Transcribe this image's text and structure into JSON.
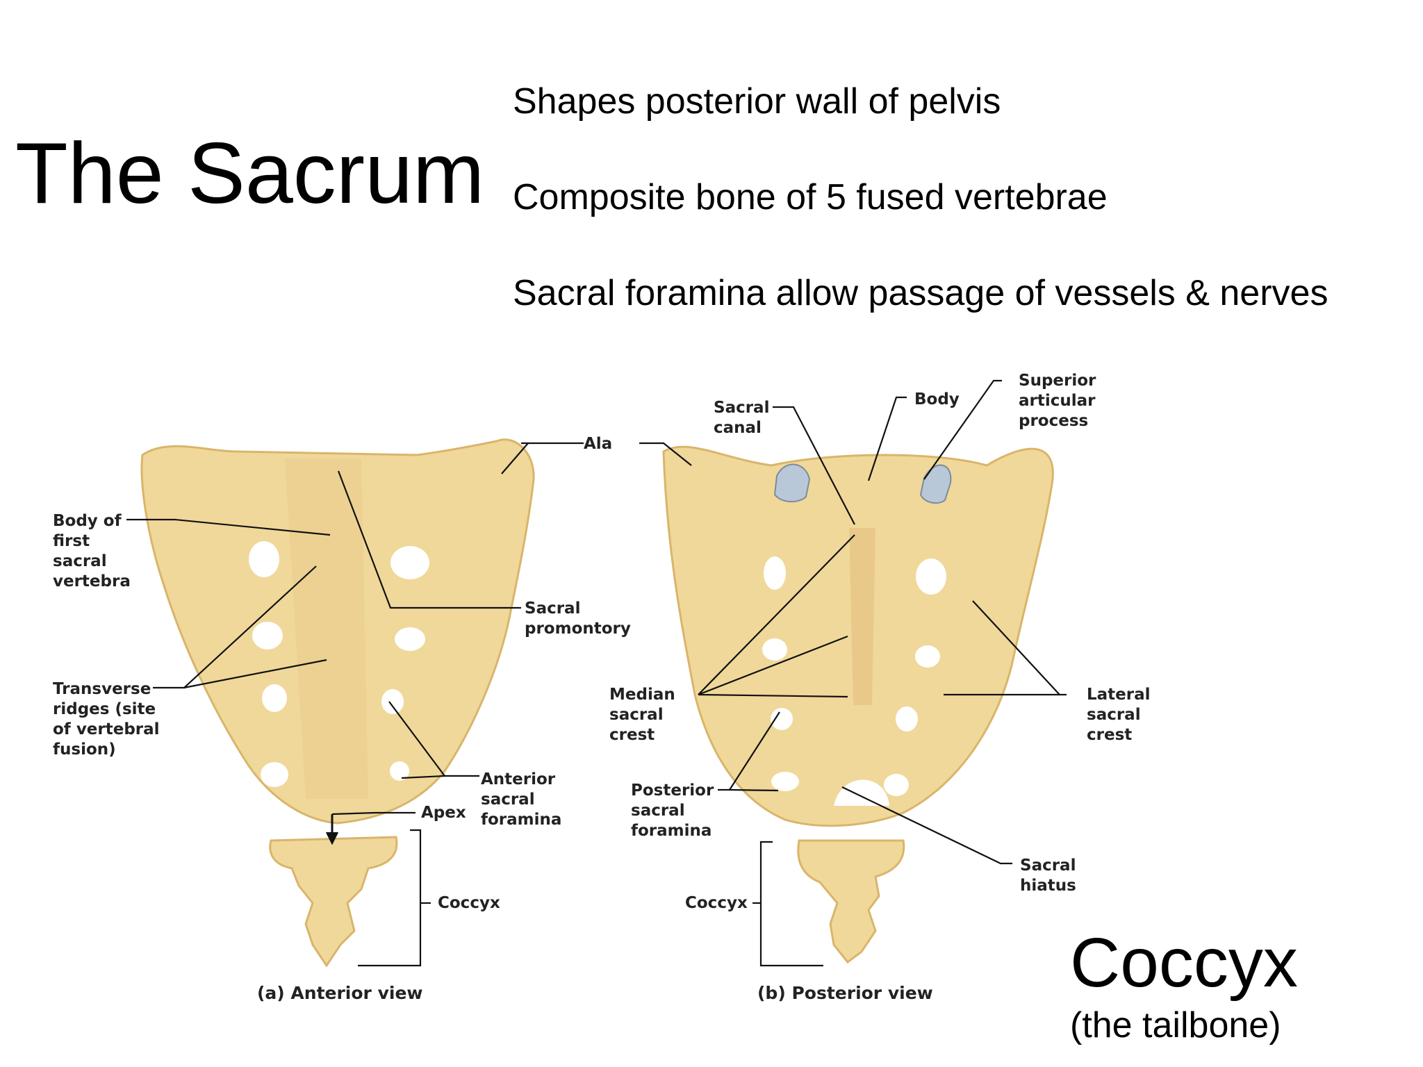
{
  "heading": "The Sacrum",
  "bullets": [
    "Shapes posterior wall of pelvis",
    "Composite bone of 5 fused vertebrae",
    "Sacral foramina allow passage of vessels & nerves"
  ],
  "coccyx": {
    "title": "Coccyx",
    "subtitle": "(the tailbone)"
  },
  "figure": {
    "anterior": {
      "caption": "(a) Anterior view",
      "labels": {
        "body_first": "Body of\nfirst\nsacral\nvertebra",
        "transverse": "Transverse\nridges (site\nof vertebral\nfusion)",
        "ala": "Ala",
        "promontory": "Sacral\npromontory",
        "anterior_foramina": "Anterior\nsacral\nforamina",
        "apex": "Apex",
        "coccyx": "Coccyx"
      }
    },
    "posterior": {
      "caption": "(b) Posterior view",
      "labels": {
        "sacral_canal": "Sacral\ncanal",
        "body": "Body",
        "superior_articular": "Superior\narticular\nprocess",
        "median_crest": "Median\nsacral\ncrest",
        "lateral_crest": "Lateral\nsacral\ncrest",
        "posterior_foramina": "Posterior\nsacral\nforamina",
        "sacral_hiatus": "Sacral\nhiatus",
        "coccyx": "Coccyx"
      }
    },
    "colors": {
      "bone": "#f0d89a",
      "bone_shade": "#d9b56a",
      "hole": "#ffffff",
      "articular": "#b8c8d8"
    }
  }
}
